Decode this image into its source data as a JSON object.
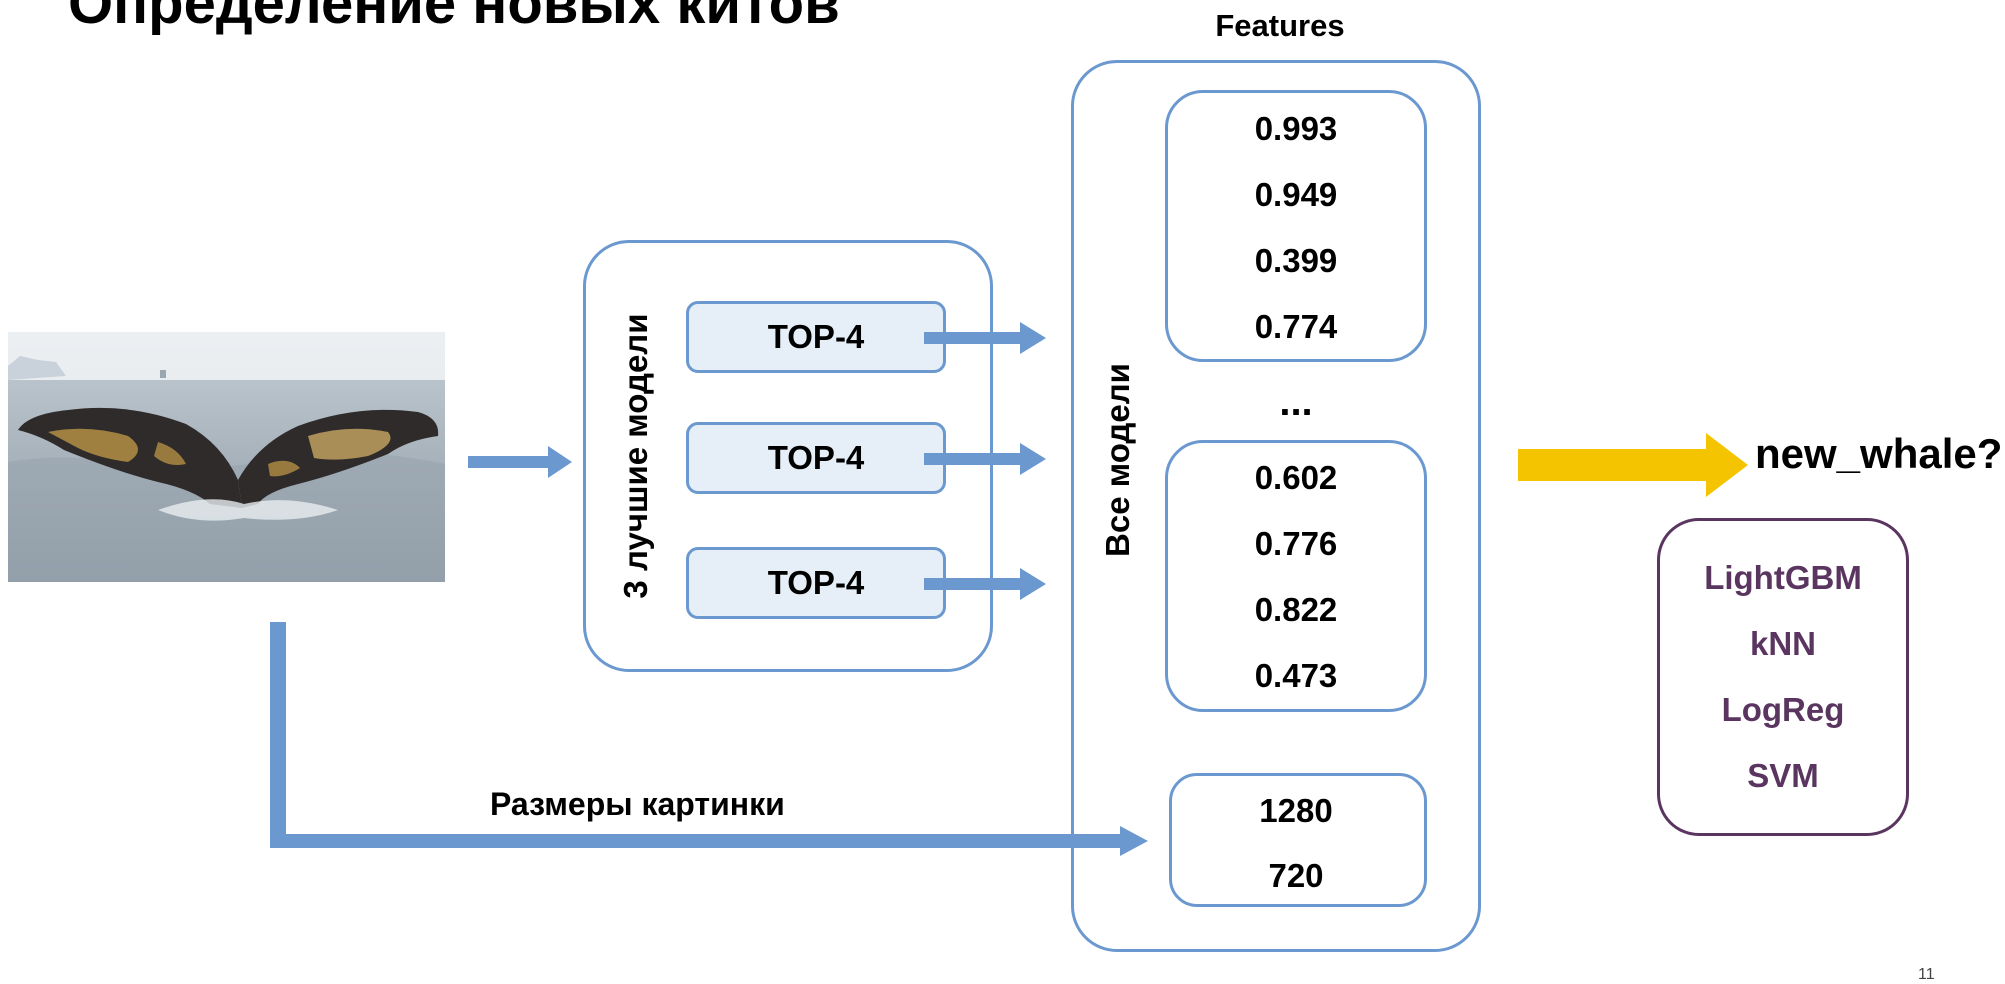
{
  "title": "Определение новых китов",
  "features_label": "Features",
  "group_label": "3 лучшие модели",
  "models": [
    "TOP-4",
    "TOP-4",
    "TOP-4"
  ],
  "all_models_label": "Все модели",
  "feature_values_top": [
    "0.993",
    "0.949",
    "0.399",
    "0.774"
  ],
  "ellipsis": "...",
  "feature_values_bottom": [
    "0.602",
    "0.776",
    "0.822",
    "0.473"
  ],
  "image_size_label": "Размеры картинки",
  "image_size_values": [
    "1280",
    "720"
  ],
  "output_label": "new_whale?",
  "algorithms": [
    "LightGBM",
    "kNN",
    "LogReg",
    "SVM"
  ],
  "page_number": "11",
  "colors": {
    "arrow_blue": "#6a98cf",
    "arrow_yellow": "#f5c400",
    "algo_purple": "#5a3560"
  }
}
